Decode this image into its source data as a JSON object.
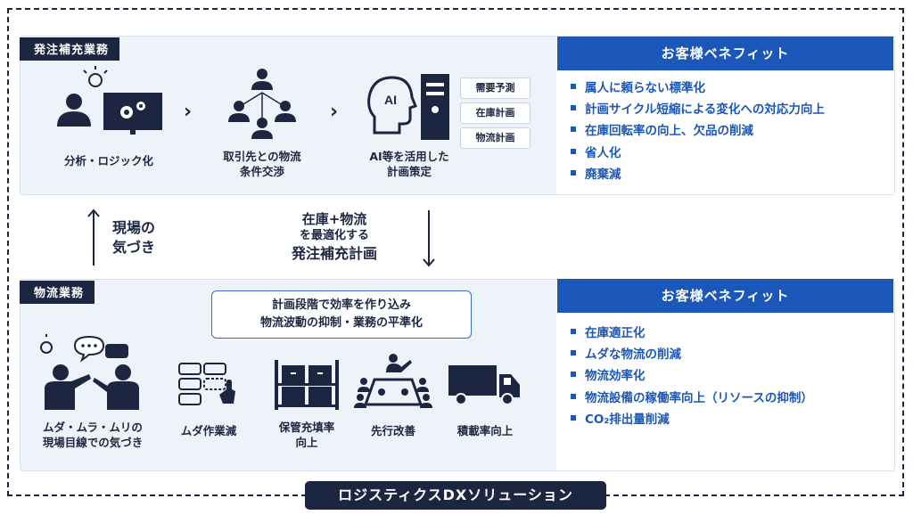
{
  "footer_title": "ロジスティクスDXソリューション",
  "top": {
    "tag": "発注補充業務",
    "steps": [
      {
        "icon": "analyst-computer-icon",
        "label": "分析・ロジック化"
      },
      {
        "icon": "network-people-icon",
        "label_1": "取引先との物流",
        "label_2": "条件交渉"
      },
      {
        "icon": "ai-server-icon",
        "label_1": "AI等を活用した",
        "label_2": "計画策定"
      }
    ],
    "ai_label": "AI",
    "pills": [
      "需要予測",
      "在庫計画",
      "物流計画"
    ],
    "benefit_title": "お客様ベネフィット",
    "benefits": [
      "属人に頼らない標準化",
      "計画サイクル短縮による変化への対応力向上",
      "在庫回転率の向上、欠品の削減",
      "省人化",
      "廃棄減"
    ]
  },
  "middle": {
    "left_1": "現場の",
    "left_2": "気づき",
    "center_1": "在庫+物流",
    "center_2": "を最適化する",
    "center_3": "発注補充計画"
  },
  "bottom": {
    "tag": "物流業務",
    "callout_1": "計画段階で効率を作り込み",
    "callout_2": "物流波動の抑制・業務の平準化",
    "steps": [
      {
        "icon": "discussion-people-icon",
        "label_1": "ムダ・ムラ・ムリの",
        "label_2": "現場目線での気づき"
      },
      {
        "icon": "task-reduction-icon",
        "label_1": "ムダ作業減"
      },
      {
        "icon": "storage-shelf-icon",
        "label_1": "保管充填率",
        "label_2": "向上"
      },
      {
        "icon": "meeting-improvement-icon",
        "label_1": "先行改善"
      },
      {
        "icon": "truck-icon",
        "label_1": "積載率向上"
      }
    ],
    "benefit_title": "お客様ベネフィット",
    "benefits": [
      "在庫適正化",
      "ムダな物流の削減",
      "物流効率化",
      "物流設備の稼働率向上（リソースの抑制）",
      "CO₂排出量削減"
    ]
  },
  "colors": {
    "navy": "#1d2640",
    "blue": "#1b57b8",
    "panel_bg": "#eef3fa"
  }
}
